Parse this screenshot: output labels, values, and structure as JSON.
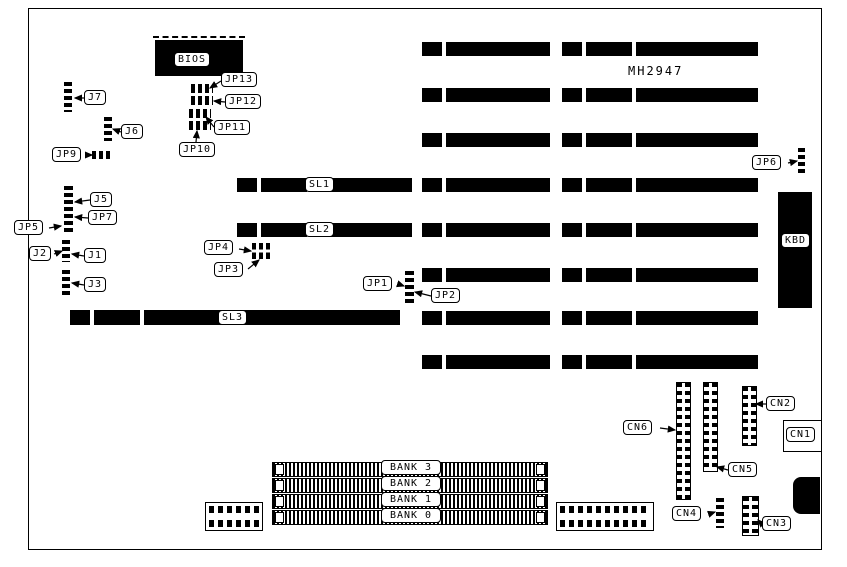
{
  "colors": {
    "ink": "#000000",
    "paper": "#ffffff"
  },
  "board": {
    "model": "MH2947"
  },
  "labels": {
    "bios": "BIOS",
    "kbd": "KBD",
    "sl1": "SL1",
    "sl2": "SL2",
    "sl3": "SL3",
    "j1": "J1",
    "j2": "J2",
    "j3": "J3",
    "j5": "J5",
    "j6": "J6",
    "j7": "J7",
    "jp1": "JP1",
    "jp2": "JP2",
    "jp3": "JP3",
    "jp4": "JP4",
    "jp5": "JP5",
    "jp6": "JP6",
    "jp7": "JP7",
    "jp9": "JP9",
    "jp10": "JP10",
    "jp11": "JP11",
    "jp12": "JP12",
    "jp13": "JP13",
    "cn1": "CN1",
    "cn2": "CN2",
    "cn3": "CN3",
    "cn4": "CN4",
    "cn5": "CN5",
    "cn6": "CN6",
    "bank0": "BANK 0",
    "bank1": "BANK 1",
    "bank2": "BANK 2",
    "bank3": "BANK 3"
  }
}
